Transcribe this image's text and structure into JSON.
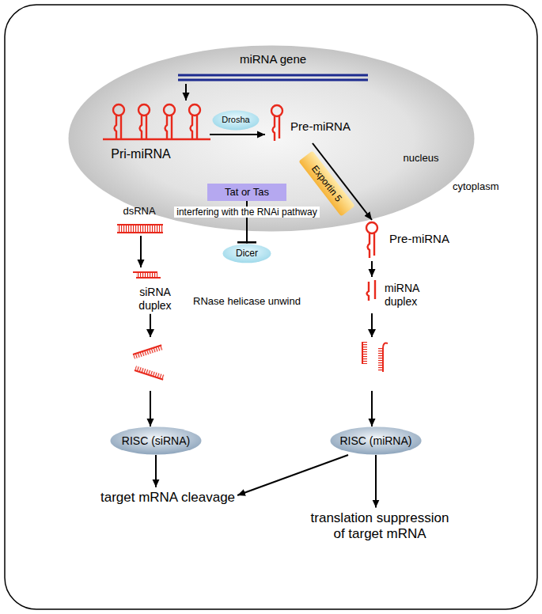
{
  "diagram": {
    "nodes": [
      {
        "text": [
          "nucleus"
        ]
      },
      {
        "text": [
          "miRNA gene"
        ],
        "in": 0
      },
      {
        "text": [
          "Pri-miRNA"
        ],
        "in": 0
      },
      {
        "text": [
          "Drosha"
        ],
        "in": 0
      },
      {
        "text": [
          "Pre-miRNA"
        ],
        "in": 0
      },
      {
        "text": [
          "Exportin 5"
        ]
      },
      {
        "text": [
          "Tat or Tas"
        ]
      },
      {
        "text": [
          "Dicer"
        ]
      },
      {
        "text": [
          "dsRNA"
        ]
      },
      {
        "text": [
          "siRNA duplex"
        ]
      },
      {
        "text": [
          "Pre-miRNA"
        ]
      },
      {
        "text": [
          "miRNA duplex"
        ]
      },
      {
        "text": [
          "RISC (siRNA)"
        ]
      },
      {
        "text": [
          "RISC (miRNA)"
        ]
      },
      {
        "text": [
          "target mRNA cleavage"
        ]
      },
      {
        "text": [
          "translation suppression of target mRNA"
        ]
      }
    ],
    "edges": [
      {
        "from": 1,
        "to": 2,
        "arrow": "to"
      },
      {
        "from": 2,
        "to": 4,
        "arrow": "to"
      },
      {
        "from": 4,
        "to": 10,
        "arrow": "to"
      },
      {
        "from": 6,
        "to": 7,
        "arrow": "to"
      },
      {
        "from": 8,
        "to": 9,
        "arrow": "to"
      },
      {
        "from": 9,
        "to": 12,
        "arrow": "to"
      },
      {
        "from": 10,
        "to": 11,
        "arrow": "to"
      },
      {
        "from": 11,
        "to": 13,
        "arrow": "to"
      },
      {
        "from": 12,
        "to": 14,
        "arrow": "to"
      },
      {
        "from": 13,
        "to": 14,
        "arrow": "to"
      },
      {
        "from": 13,
        "to": 15,
        "arrow": "to"
      }
    ],
    "labels": [
      "cytoplasm",
      "interfering with the RNAi pathway",
      "RNase helicase unwind"
    ]
  }
}
